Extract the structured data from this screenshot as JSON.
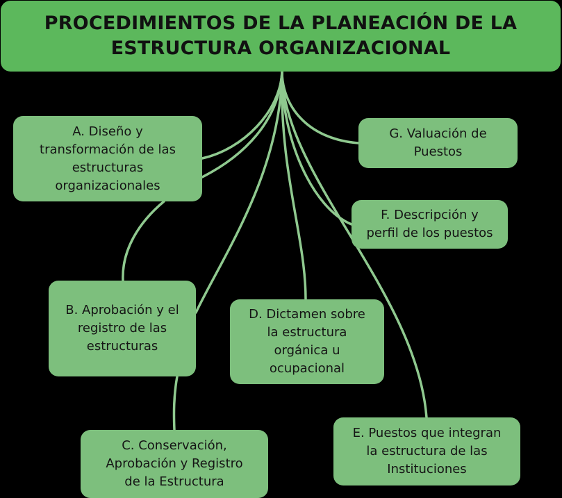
{
  "title": {
    "line1": "PROCEDIMIENTOS DE LA PLANEACIÓN DE LA",
    "line2": "ESTRUCTURA ORGANIZACIONAL"
  },
  "nodes": {
    "a": [
      "A. Diseño y",
      "transformación de las",
      "estructuras",
      "organizacionales"
    ],
    "b": [
      "B. Aprobación y el",
      "registro de las",
      "estructuras"
    ],
    "c": [
      "C. Conservación,",
      "Aprobación y Registro",
      "de la Estructura"
    ],
    "d": [
      "D. Dictamen sobre",
      "la estructura",
      "orgánica u",
      "ocupacional"
    ],
    "e": [
      "E. Puestos que integran",
      "la estructura de las",
      "Instituciones"
    ],
    "f": [
      "F. Descripción y",
      "perfil de los puestos"
    ],
    "g": [
      "G. Valuación de",
      "Puestos"
    ]
  },
  "colors": {
    "title_fill": "#5cb85c",
    "node_fill": "#7dbf7d",
    "connector": "#8fc98f",
    "background": "#000000",
    "text": "#151515"
  }
}
